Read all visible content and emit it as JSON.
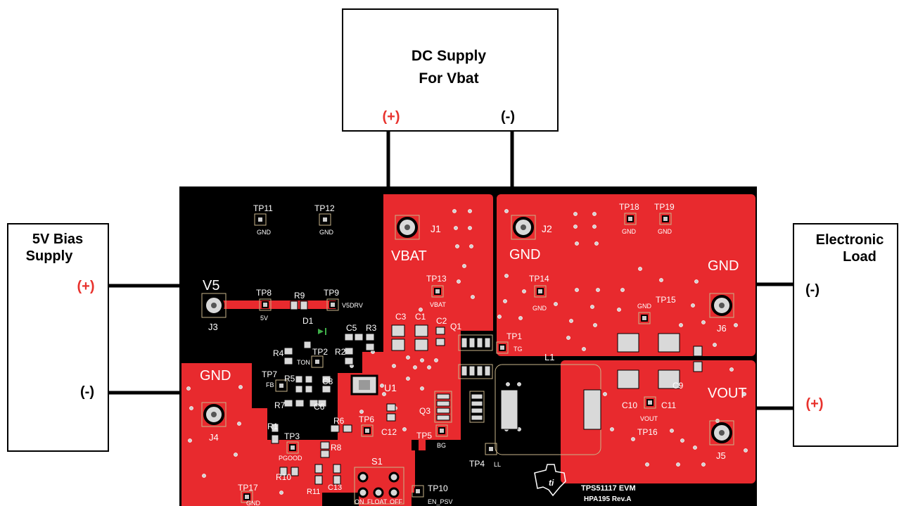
{
  "supplies": {
    "dc_supply_title_line1": "DC Supply",
    "dc_supply_title_line2": "For Vbat",
    "dc_supply_plus": "(+)",
    "dc_supply_minus": "(-)",
    "bias_title_line1": "5V Bias",
    "bias_title_line2": "Supply",
    "bias_plus": "(+)",
    "bias_minus": "(-)",
    "load_title_line1": "Electronic",
    "load_title_line2": "Load",
    "load_minus": "(-)",
    "load_plus": "(+)"
  },
  "board": {
    "net_vbat": "VBAT",
    "net_gnd_top": "GND",
    "net_gnd_right": "GND",
    "net_gnd_left": "GND",
    "net_vout": "VOUT",
    "net_v5": "V5",
    "title": "TPS51117 EVM",
    "revision": "HPA195 Rev.A"
  },
  "connectors": {
    "j1": "J1",
    "j2": "J2",
    "j3": "J3",
    "j4": "J4",
    "j5": "J5",
    "j6": "J6"
  },
  "test_points": [
    {
      "id": "TP1",
      "net": "TG"
    },
    {
      "id": "TP2",
      "net": "TON"
    },
    {
      "id": "TP3",
      "net": "PGOOD"
    },
    {
      "id": "TP4",
      "net": "LL"
    },
    {
      "id": "TP5",
      "net": "BG"
    },
    {
      "id": "TP6",
      "net": ""
    },
    {
      "id": "TP7",
      "net": "FB"
    },
    {
      "id": "TP8",
      "net": "5V"
    },
    {
      "id": "TP9",
      "net": "V5DRV"
    },
    {
      "id": "TP10",
      "net": "EN_PSV"
    },
    {
      "id": "TP11",
      "net": "GND"
    },
    {
      "id": "TP12",
      "net": "GND"
    },
    {
      "id": "TP13",
      "net": "VBAT"
    },
    {
      "id": "TP14",
      "net": "GND"
    },
    {
      "id": "TP15",
      "net": "GND"
    },
    {
      "id": "TP16",
      "net": "VOUT"
    },
    {
      "id": "TP17",
      "net": "GND"
    },
    {
      "id": "TP18",
      "net": "GND"
    },
    {
      "id": "TP19",
      "net": "GND"
    }
  ],
  "components": {
    "r1": "R1",
    "r2": "R2",
    "r3": "R3",
    "r4": "R4",
    "r5": "R5",
    "r6": "R6",
    "r7": "R7",
    "r8": "R8",
    "r9": "R9",
    "r10": "R10",
    "r11": "R11",
    "c1": "C1",
    "c2": "C2",
    "c3": "C3",
    "c5": "C5",
    "c6": "C6",
    "c8": "C8",
    "c9": "C9",
    "c10": "C10",
    "c11": "C11",
    "c12": "C12",
    "c13": "C13",
    "d1": "D1",
    "q1": "Q1",
    "q3": "Q3",
    "u1": "U1",
    "l1": "L1",
    "s1": "S1"
  },
  "switch_positions": [
    "ON",
    "FLOAT",
    "OFF"
  ],
  "colors": {
    "copper": "#e82a2e",
    "board": "#000000",
    "label_red": "#e8322d",
    "line": "#000000"
  }
}
